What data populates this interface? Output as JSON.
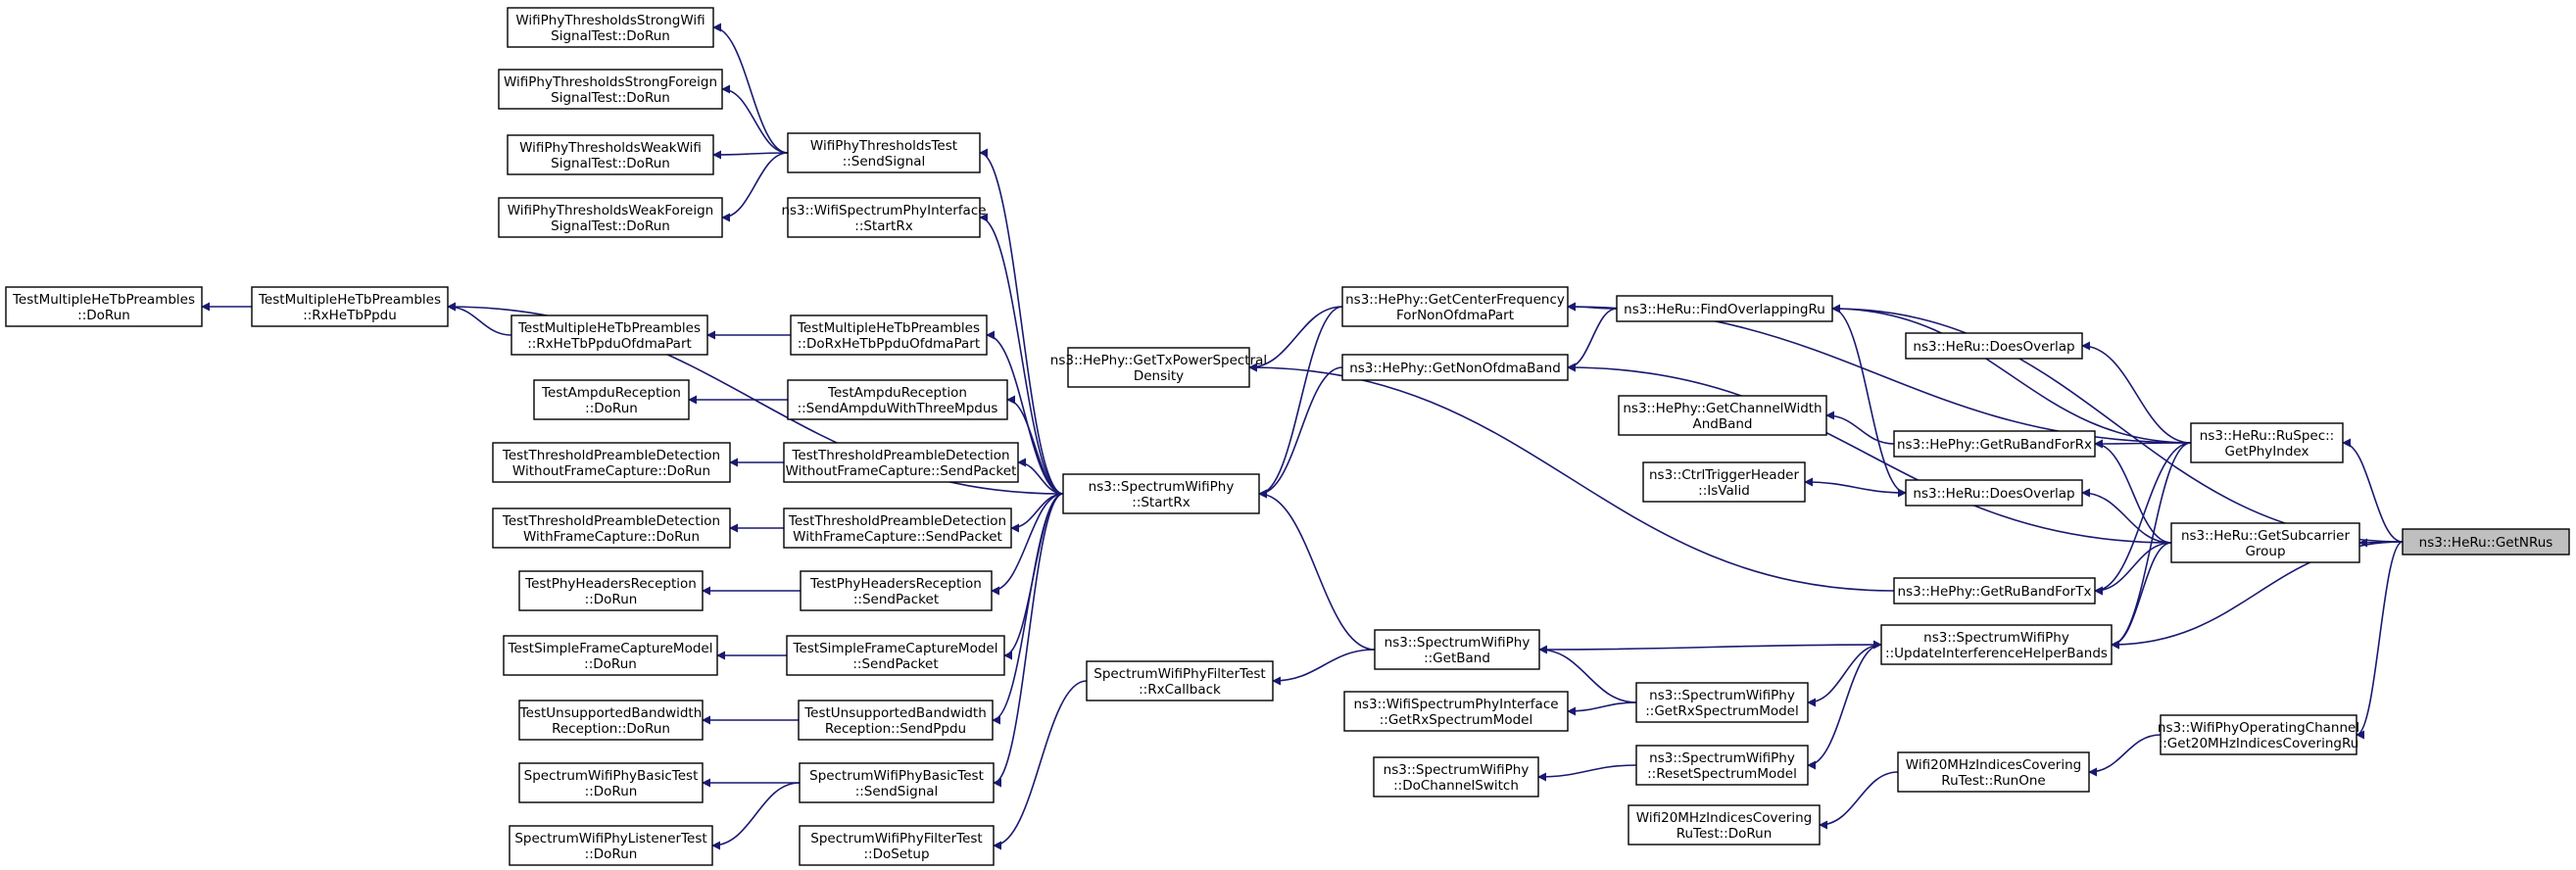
{
  "graph": {
    "focus_node": "gnrus",
    "edge_color": "#191970",
    "node_fill": "#ffffff",
    "focus_fill": "#bfbfbf",
    "nodes": [
      {
        "id": "gnrus",
        "lines": [
          "ns3::HeRu::GetNRus"
        ]
      },
      {
        "id": "getphyindex",
        "lines": [
          "ns3::HeRu::RuSpec::",
          "GetPhyIndex"
        ]
      },
      {
        "id": "getsubcarrier",
        "lines": [
          "ns3::HeRu::GetSubcarrier",
          "Group"
        ]
      },
      {
        "id": "get20mhz",
        "lines": [
          "ns3::WifiPhyOperatingChannel",
          "::Get20MHzIndicesCoveringRu"
        ]
      },
      {
        "id": "updateinterf",
        "lines": [
          "ns3::SpectrumWifiPhy",
          "::UpdateInterferenceHelperBands"
        ]
      },
      {
        "id": "getcenterfreq",
        "lines": [
          "ns3::HePhy::GetCenterFrequency",
          "ForNonOfdmaPart"
        ]
      },
      {
        "id": "findoverlapping",
        "lines": [
          "ns3::HeRu::FindOverlappingRu"
        ]
      },
      {
        "id": "getnonofdma",
        "lines": [
          "ns3::HePhy::GetNonOfdmaBand"
        ]
      },
      {
        "id": "doesoverlap1",
        "lines": [
          "ns3::HeRu::DoesOverlap"
        ]
      },
      {
        "id": "getrubandforrx",
        "lines": [
          "ns3::HePhy::GetRuBandForRx"
        ]
      },
      {
        "id": "getchwidth",
        "lines": [
          "ns3::HePhy::GetChannelWidth",
          "AndBand"
        ]
      },
      {
        "id": "doesoverlap2",
        "lines": [
          "ns3::HeRu::DoesOverlap"
        ]
      },
      {
        "id": "ctrltrigger",
        "lines": [
          "ns3::CtrlTriggerHeader",
          "::IsValid"
        ]
      },
      {
        "id": "getrubandfortx",
        "lines": [
          "ns3::HePhy::GetRuBandForTx"
        ]
      },
      {
        "id": "getrxspectrum",
        "lines": [
          "ns3::SpectrumWifiPhy",
          "::GetRxSpectrumModel"
        ]
      },
      {
        "id": "resetspectrum",
        "lines": [
          "ns3::SpectrumWifiPhy",
          "::ResetSpectrumModel"
        ]
      },
      {
        "id": "wifispecgetrx",
        "lines": [
          "ns3::WifiSpectrumPhyInterface",
          "::GetRxSpectrumModel"
        ]
      },
      {
        "id": "dochannelswitch",
        "lines": [
          "ns3::SpectrumWifiPhy",
          "::DoChannelSwitch"
        ]
      },
      {
        "id": "runone",
        "lines": [
          "Wifi20MHzIndicesCovering",
          "RuTest::RunOne"
        ]
      },
      {
        "id": "runonedorun",
        "lines": [
          "Wifi20MHzIndicesCovering",
          "RuTest::DoRun"
        ]
      },
      {
        "id": "getband",
        "lines": [
          "ns3::SpectrumWifiPhy",
          "::GetBand"
        ]
      },
      {
        "id": "gettxpower",
        "lines": [
          "ns3::HePhy::GetTxPowerSpectral",
          "Density"
        ]
      },
      {
        "id": "rxcallback",
        "lines": [
          "SpectrumWifiPhyFilterTest",
          "::RxCallback"
        ]
      },
      {
        "id": "startrx",
        "lines": [
          "ns3::SpectrumWifiPhy",
          "::StartRx"
        ]
      },
      {
        "id": "filterdosetup",
        "lines": [
          "SpectrumWifiPhyFilterTest",
          "::DoSetup"
        ]
      },
      {
        "id": "sendsignal",
        "lines": [
          "WifiPhyThresholdsTest",
          "::SendSignal"
        ]
      },
      {
        "id": "wifispecstartrx",
        "lines": [
          "ns3::WifiSpectrumPhyInterface",
          "::StartRx"
        ]
      },
      {
        "id": "rxhetbppdu",
        "lines": [
          "TestMultipleHeTbPreambles",
          "::RxHeTbPpdu"
        ]
      },
      {
        "id": "doRxHeTb",
        "lines": [
          "TestMultipleHeTbPreambles",
          "::DoRxHeTbPpduOfdmaPart"
        ]
      },
      {
        "id": "sendampdu",
        "lines": [
          "TestAmpduReception",
          "::SendAmpduWithThreeMpdus"
        ]
      },
      {
        "id": "tpdwofc_send",
        "lines": [
          "TestThresholdPreambleDetection",
          "WithoutFrameCapture::SendPacket"
        ]
      },
      {
        "id": "tpdwfc_send",
        "lines": [
          "TestThresholdPreambleDetection",
          "WithFrameCapture::SendPacket"
        ]
      },
      {
        "id": "phyheaders_send",
        "lines": [
          "TestPhyHeadersReception",
          "::SendPacket"
        ]
      },
      {
        "id": "simplecapture_send",
        "lines": [
          "TestSimpleFrameCaptureModel",
          "::SendPacket"
        ]
      },
      {
        "id": "unsupported_send",
        "lines": [
          "TestUnsupportedBandwidth",
          "Reception::SendPpdu"
        ]
      },
      {
        "id": "basic_send",
        "lines": [
          "SpectrumWifiPhyBasicTest",
          "::SendSignal"
        ]
      },
      {
        "id": "strongwifi",
        "lines": [
          "WifiPhyThresholdsStrongWifi",
          "SignalTest::DoRun"
        ]
      },
      {
        "id": "strongforeign",
        "lines": [
          "WifiPhyThresholdsStrongForeign",
          "SignalTest::DoRun"
        ]
      },
      {
        "id": "weakwifi",
        "lines": [
          "WifiPhyThresholdsWeakWifi",
          "SignalTest::DoRun"
        ]
      },
      {
        "id": "weakforeign",
        "lines": [
          "WifiPhyThresholdsWeakForeign",
          "SignalTest::DoRun"
        ]
      },
      {
        "id": "rxhetbofdma",
        "lines": [
          "TestMultipleHeTbPreambles",
          "::RxHeTbPpduOfdmaPart"
        ]
      },
      {
        "id": "tmhtp_dorun",
        "lines": [
          "TestMultipleHeTbPreambles",
          "::DoRun"
        ]
      },
      {
        "id": "ampdu_dorun",
        "lines": [
          "TestAmpduReception",
          "::DoRun"
        ]
      },
      {
        "id": "tpdwofc_dorun",
        "lines": [
          "TestThresholdPreambleDetection",
          "WithoutFrameCapture::DoRun"
        ]
      },
      {
        "id": "tpdwfc_dorun",
        "lines": [
          "TestThresholdPreambleDetection",
          "WithFrameCapture::DoRun"
        ]
      },
      {
        "id": "phyheaders_dorun",
        "lines": [
          "TestPhyHeadersReception",
          "::DoRun"
        ]
      },
      {
        "id": "simplecapture_dorun",
        "lines": [
          "TestSimpleFrameCaptureModel",
          "::DoRun"
        ]
      },
      {
        "id": "unsupported_dorun",
        "lines": [
          "TestUnsupportedBandwidth",
          "Reception::DoRun"
        ]
      },
      {
        "id": "basic_dorun",
        "lines": [
          "SpectrumWifiPhyBasicTest",
          "::DoRun"
        ]
      },
      {
        "id": "listener_dorun",
        "lines": [
          "SpectrumWifiPhyListenerTest",
          "::DoRun"
        ]
      }
    ],
    "edges": [
      [
        "getphyindex",
        "gnrus"
      ],
      [
        "getsubcarrier",
        "gnrus"
      ],
      [
        "get20mhz",
        "gnrus"
      ],
      [
        "updateinterf",
        "gnrus"
      ],
      [
        "findoverlapping",
        "gnrus"
      ],
      [
        "getcenterfreq",
        "getphyindex"
      ],
      [
        "findoverlapping",
        "getphyindex"
      ],
      [
        "doesoverlap1",
        "getphyindex"
      ],
      [
        "getrubandforrx",
        "getphyindex"
      ],
      [
        "getrubandfortx",
        "getphyindex"
      ],
      [
        "updateinterf",
        "getphyindex"
      ],
      [
        "getnonofdma",
        "getsubcarrier"
      ],
      [
        "getrubandforrx",
        "getsubcarrier"
      ],
      [
        "doesoverlap2",
        "getsubcarrier"
      ],
      [
        "getrubandfortx",
        "getsubcarrier"
      ],
      [
        "updateinterf",
        "getsubcarrier"
      ],
      [
        "getcenterfreq",
        "findoverlapping"
      ],
      [
        "getnonofdma",
        "findoverlapping"
      ],
      [
        "doesoverlap2",
        "findoverlapping"
      ],
      [
        "gettxpower",
        "getcenterfreq"
      ],
      [
        "getchwidth",
        "getrubandforrx"
      ],
      [
        "ctrltrigger",
        "doesoverlap2"
      ],
      [
        "gettxpower",
        "getrubandfortx"
      ],
      [
        "getrxspectrum",
        "updateinterf"
      ],
      [
        "resetspectrum",
        "updateinterf"
      ],
      [
        "getband",
        "getrxspectrum"
      ],
      [
        "wifispecgetrx",
        "getrxspectrum"
      ],
      [
        "dochannelswitch",
        "resetspectrum"
      ],
      [
        "updateinterf",
        "getband"
      ],
      [
        "runone",
        "get20mhz"
      ],
      [
        "runonedorun",
        "runone"
      ],
      [
        "rxcallback",
        "getband"
      ],
      [
        "startrx",
        "getband"
      ],
      [
        "startrx",
        "getcenterfreq"
      ],
      [
        "startrx",
        "getnonofdma"
      ],
      [
        "filterdosetup",
        "rxcallback"
      ],
      [
        "sendsignal",
        "startrx"
      ],
      [
        "wifispecstartrx",
        "startrx"
      ],
      [
        "rxhetbppdu",
        "startrx"
      ],
      [
        "doRxHeTb",
        "startrx"
      ],
      [
        "sendampdu",
        "startrx"
      ],
      [
        "tpdwofc_send",
        "startrx"
      ],
      [
        "tpdwfc_send",
        "startrx"
      ],
      [
        "phyheaders_send",
        "startrx"
      ],
      [
        "simplecapture_send",
        "startrx"
      ],
      [
        "unsupported_send",
        "startrx"
      ],
      [
        "basic_send",
        "startrx"
      ],
      [
        "strongwifi",
        "sendsignal"
      ],
      [
        "strongforeign",
        "sendsignal"
      ],
      [
        "weakwifi",
        "sendsignal"
      ],
      [
        "weakforeign",
        "sendsignal"
      ],
      [
        "tmhtp_dorun",
        "rxhetbppdu"
      ],
      [
        "rxhetbppdu",
        "rxhetbofdma"
      ],
      [
        "rxhetbofdma",
        "doRxHeTb"
      ],
      [
        "ampdu_dorun",
        "sendampdu"
      ],
      [
        "tpdwofc_dorun",
        "tpdwofc_send"
      ],
      [
        "tpdwfc_dorun",
        "tpdwfc_send"
      ],
      [
        "phyheaders_dorun",
        "phyheaders_send"
      ],
      [
        "simplecapture_dorun",
        "simplecapture_send"
      ],
      [
        "unsupported_dorun",
        "unsupported_send"
      ],
      [
        "basic_dorun",
        "basic_send"
      ],
      [
        "listener_dorun",
        "basic_send"
      ]
    ]
  }
}
